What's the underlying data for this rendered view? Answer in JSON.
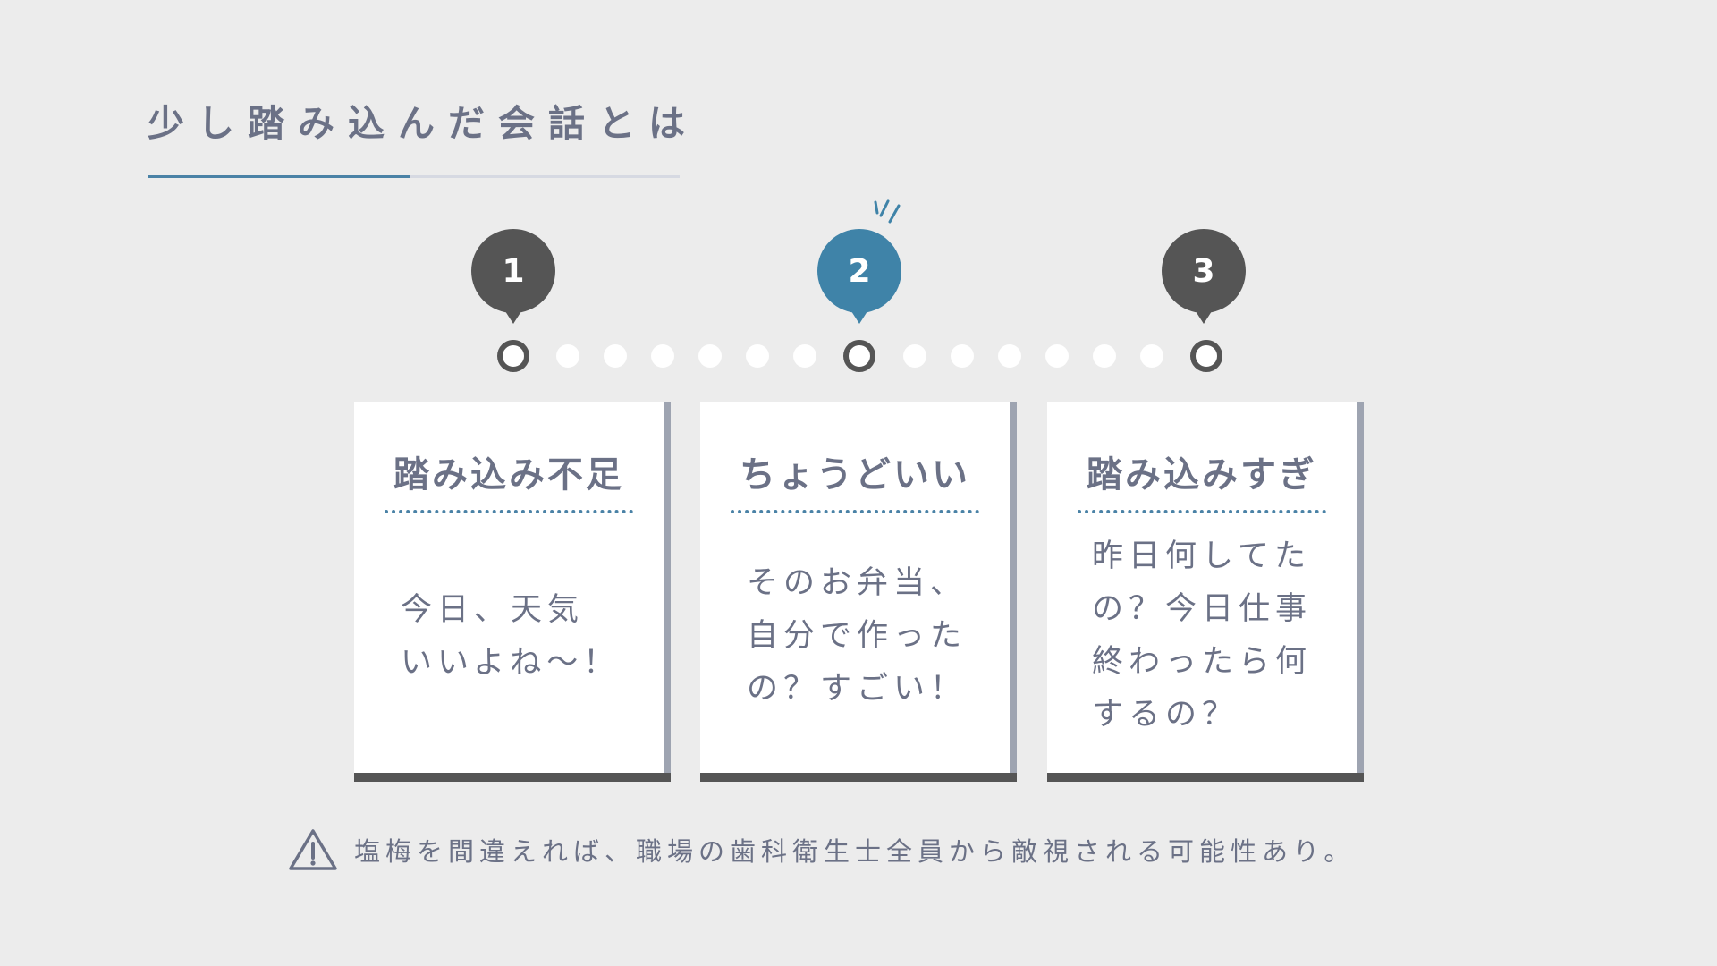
{
  "title": "少し踏み込んだ会話とは",
  "steps": [
    {
      "number": "1",
      "heading": "踏み込み不足",
      "lines": [
        "今日、天気",
        "いいよね～！"
      ]
    },
    {
      "number": "2",
      "heading": "ちょうどいい",
      "lines": [
        "そのお弁当、",
        "自分で作った",
        "の？すごい！"
      ]
    },
    {
      "number": "3",
      "heading": "踏み込みすぎ",
      "lines": [
        "昨日何してた",
        "の？今日仕事",
        "終わったら何",
        "するの？"
      ]
    }
  ],
  "footer": {
    "icon": "warning-icon",
    "text": "塩梅を間違えれば、職場の歯科衛生士全員から敵視される可能性あり。"
  },
  "colors": {
    "accent": "#3f83a8",
    "dark": "#555555",
    "text": "#6b7186",
    "background": "#ececec"
  }
}
